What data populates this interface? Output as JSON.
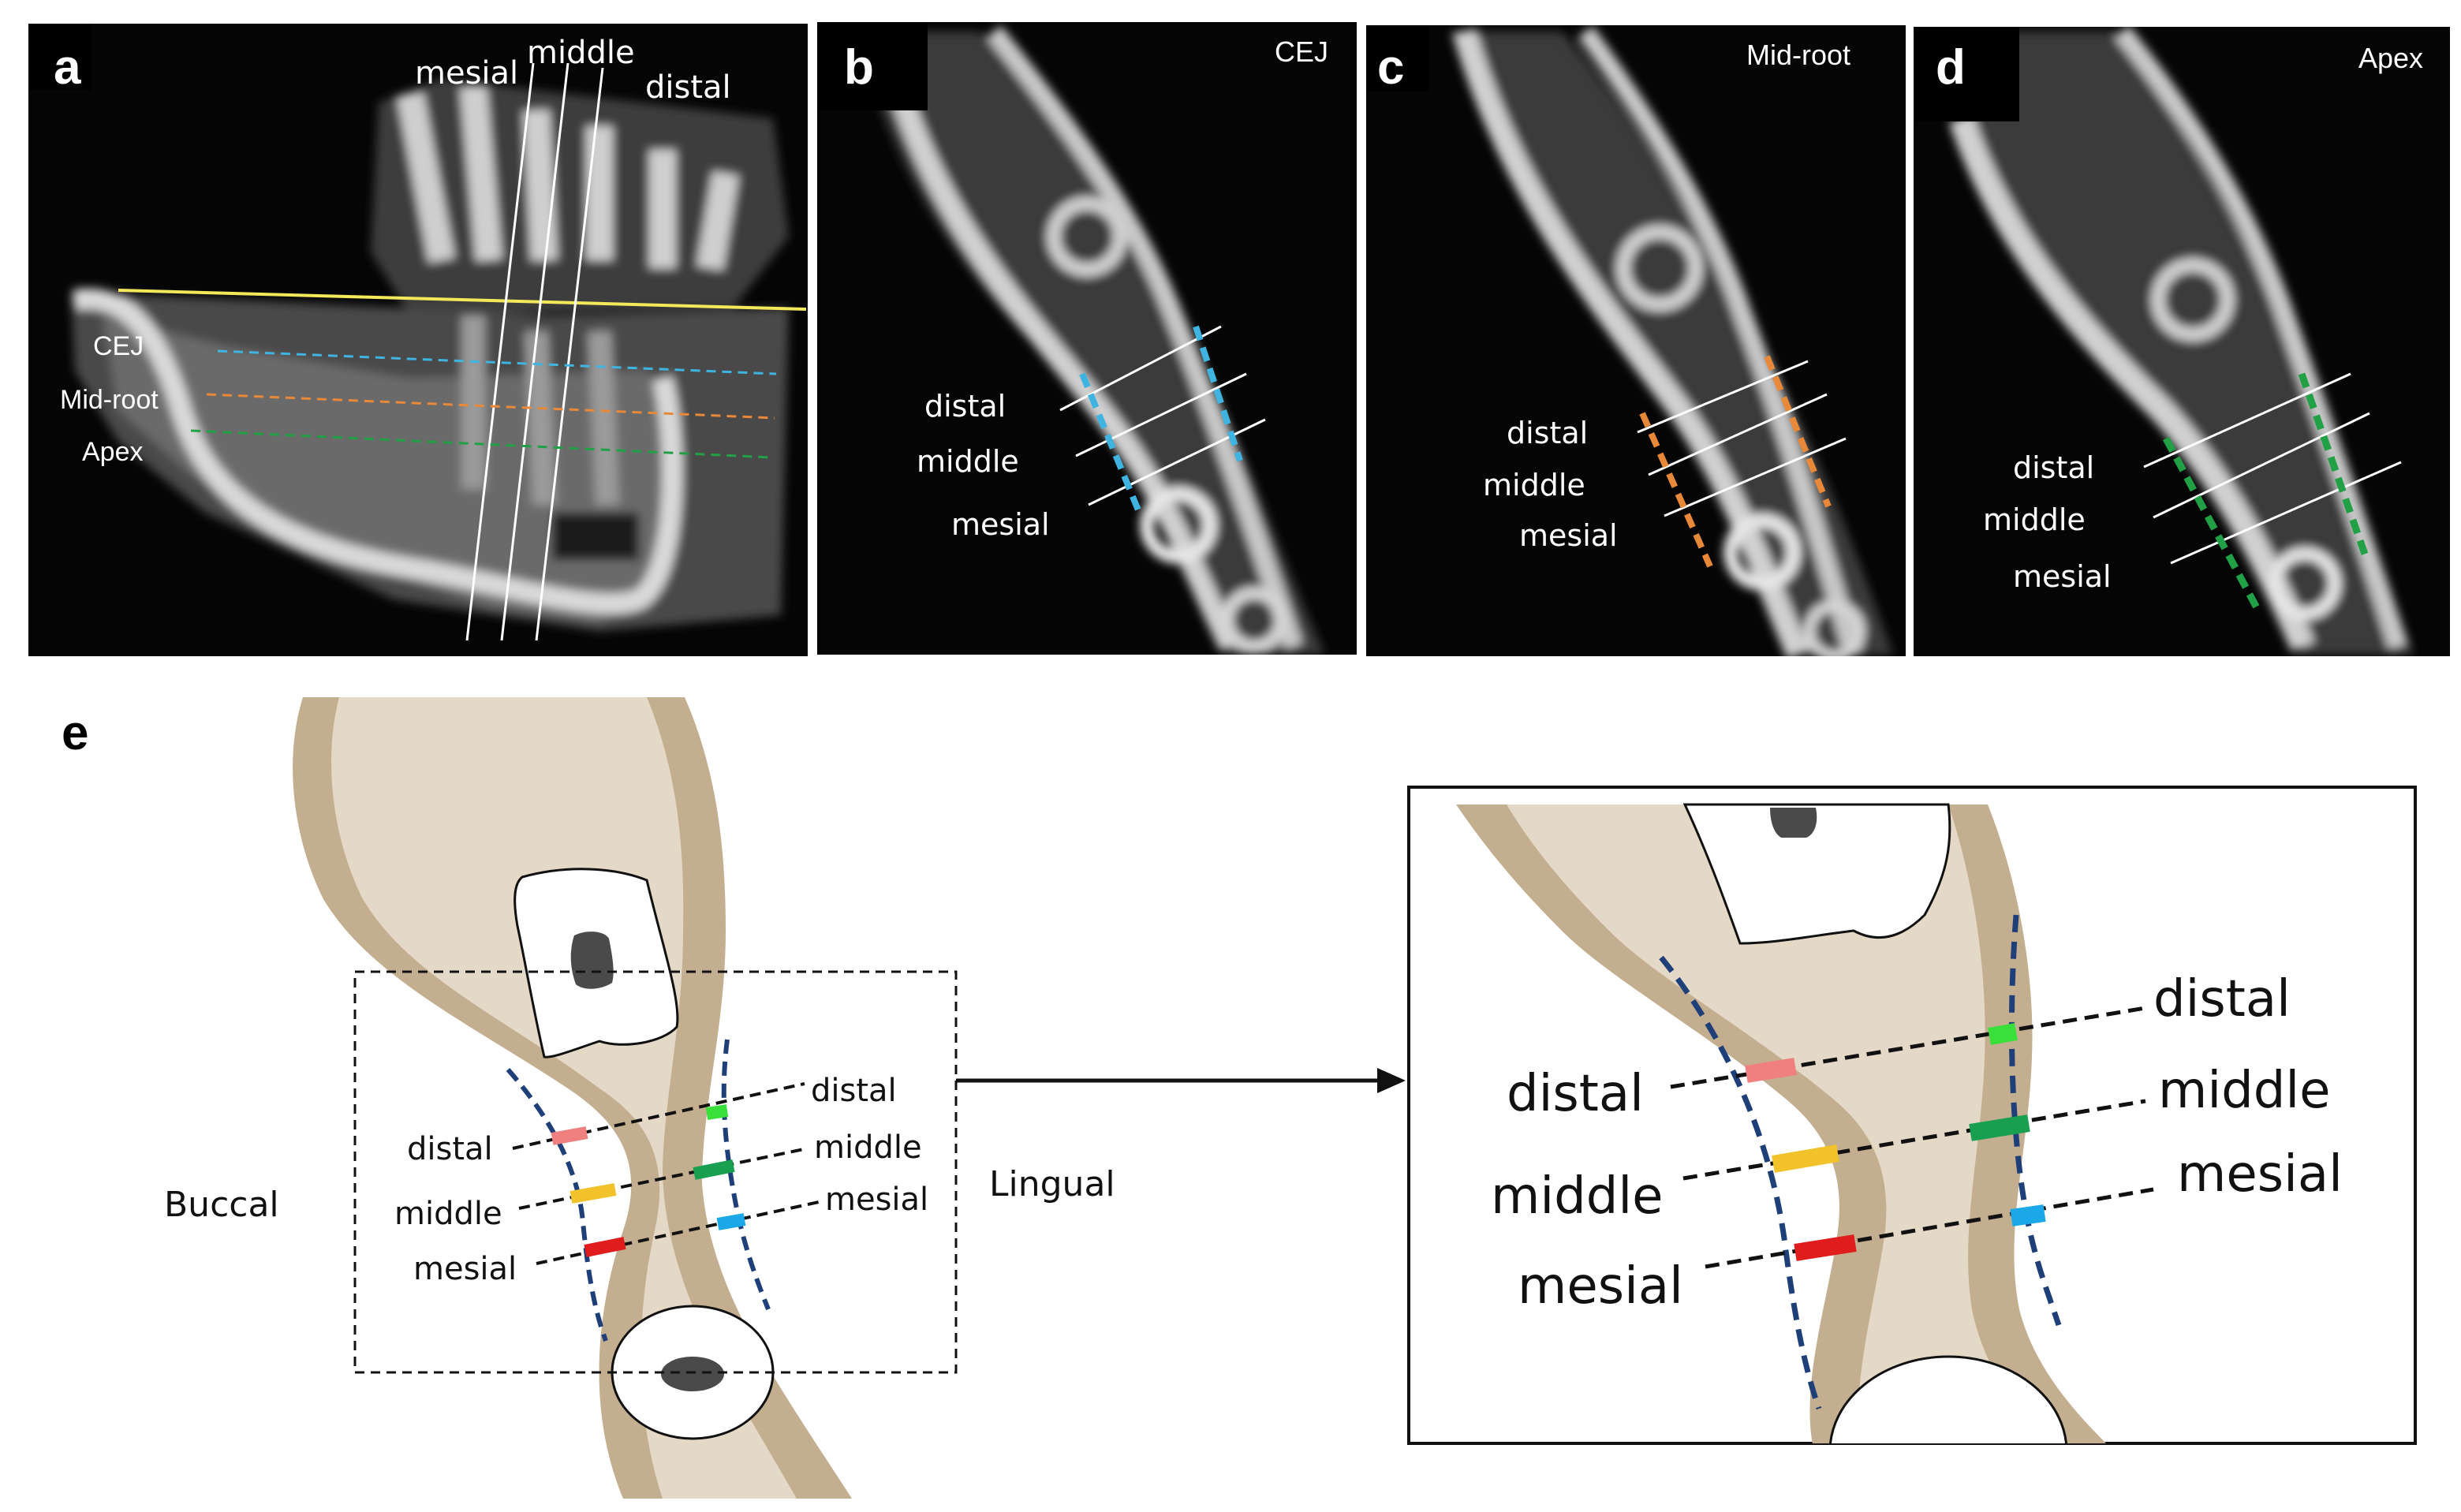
{
  "panels": {
    "a": {
      "letter": "a",
      "line_labels": {
        "mesial": "mesial",
        "middle": "middle",
        "distal": "distal"
      },
      "level_labels": {
        "cej": "CEJ",
        "midroot": "Mid-root",
        "apex": "Apex"
      }
    },
    "b": {
      "letter": "b",
      "title": "CEJ",
      "labels": {
        "distal": "distal",
        "middle": "middle",
        "mesial": "mesial"
      }
    },
    "c": {
      "letter": "c",
      "title": "Mid-root",
      "labels": {
        "distal": "distal",
        "middle": "middle",
        "mesial": "mesial"
      }
    },
    "d": {
      "letter": "d",
      "title": "Apex",
      "labels": {
        "distal": "distal",
        "middle": "middle",
        "mesial": "mesial"
      }
    },
    "e": {
      "letter": "e",
      "side_labels": {
        "buccal": "Buccal",
        "lingual": "Lingual"
      },
      "left_labels": {
        "distal": "distal",
        "middle": "middle",
        "mesial": "mesial"
      },
      "right_labels": {
        "distal": "distal",
        "middle": "middle",
        "mesial": "mesial"
      },
      "zoom_left_labels": {
        "distal": "distal",
        "middle": "middle",
        "mesial": "mesial"
      },
      "zoom_right_labels": {
        "distal": "distal",
        "middle": "middle",
        "mesial": "mesial"
      }
    }
  },
  "colors": {
    "cej": "#3fb4e0",
    "midroot": "#e8893a",
    "apex": "#22a046",
    "occlusal_line": "#f2e85a",
    "bone_cortex": "#c4ae90",
    "bone_inner": "#e4d8c6",
    "buccal_distal": "#f08080",
    "buccal_middle": "#f2c22a",
    "buccal_mesial": "#e01c1c",
    "lingual_distal": "#39e039",
    "lingual_middle": "#18a050",
    "lingual_mesial": "#1aa8e8",
    "boundary_dash": "#1f3f78"
  }
}
